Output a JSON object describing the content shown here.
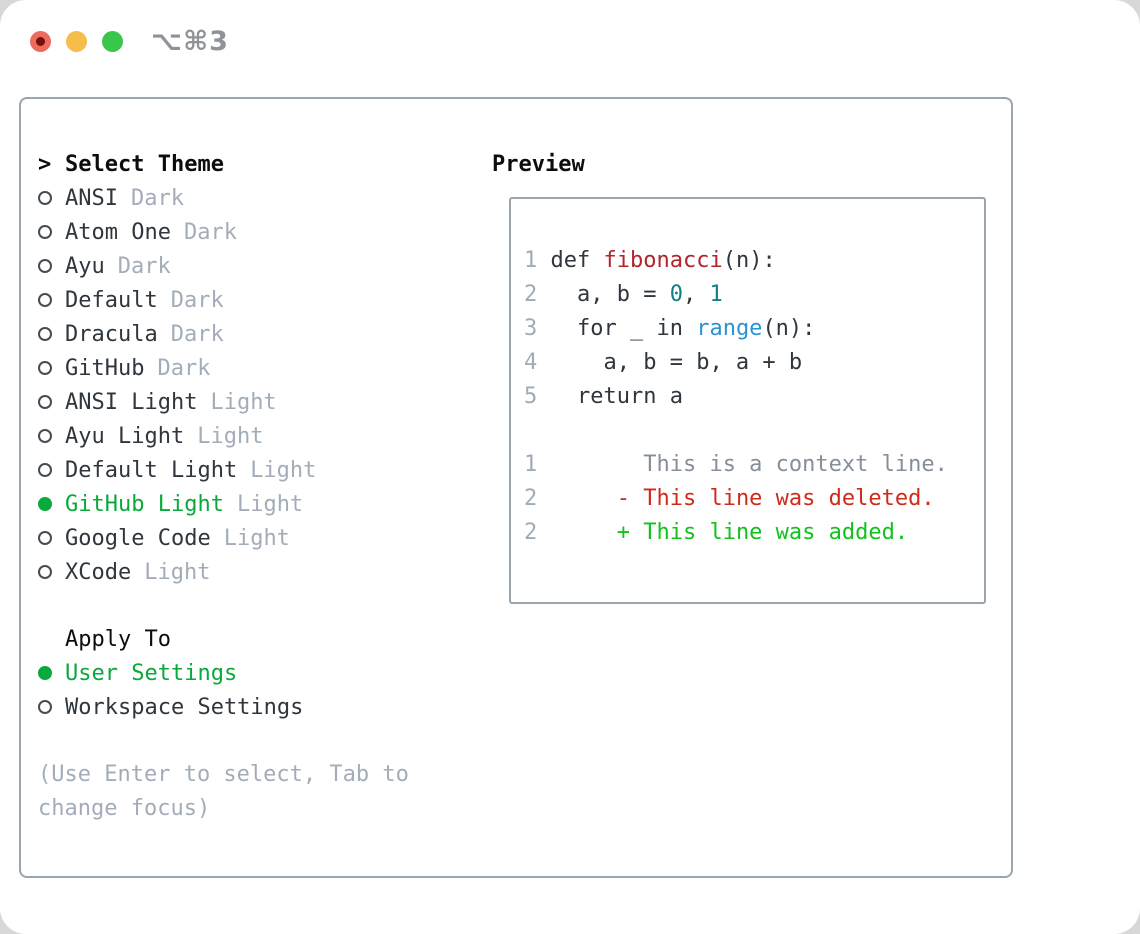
{
  "window": {
    "shortcut_label": "⌥⌘3"
  },
  "colors": {
    "fg": "#2f363d",
    "header": "#0b0d0f",
    "muted": "#a3adb9",
    "lnum": "#a0abb8",
    "ctx": "#868f99",
    "green": "#09a93c",
    "add": "#12c21c",
    "del": "#ce2c1b",
    "kwred": "#b2242c",
    "teal": "#0c7f87",
    "blue": "#2a94d3",
    "border": "#9ba5ae",
    "title-gray": "#8f9296",
    "tl-red": "#ee6a5e",
    "tl-red-dot": "#721109",
    "tl-yellow": "#f6bd4a",
    "tl-green": "#38c64b"
  },
  "theme_panel": {
    "header_marker": ">",
    "header": "Select Theme",
    "items": [
      {
        "label": "ANSI",
        "variant": "Dark",
        "selected": false
      },
      {
        "label": "Atom One",
        "variant": "Dark",
        "selected": false
      },
      {
        "label": "Ayu",
        "variant": "Dark",
        "selected": false
      },
      {
        "label": "Default",
        "variant": "Dark",
        "selected": false
      },
      {
        "label": "Dracula",
        "variant": "Dark",
        "selected": false
      },
      {
        "label": "GitHub",
        "variant": "Dark",
        "selected": false
      },
      {
        "label": "ANSI Light",
        "variant": "Light",
        "selected": false
      },
      {
        "label": "Ayu Light",
        "variant": "Light",
        "selected": false
      },
      {
        "label": "Default Light",
        "variant": "Light",
        "selected": false
      },
      {
        "label": "GitHub Light",
        "variant": "Light",
        "selected": true
      },
      {
        "label": "Google Code",
        "variant": "Light",
        "selected": false
      },
      {
        "label": "XCode",
        "variant": "Light",
        "selected": false
      }
    ],
    "apply_to": {
      "header": "Apply To",
      "options": [
        {
          "label": "User Settings",
          "selected": true
        },
        {
          "label": "Workspace Settings",
          "selected": false
        }
      ]
    },
    "hint": "(Use Enter to select, Tab to change focus)"
  },
  "preview": {
    "title": "Preview",
    "lines": [
      [
        {
          "t": "1 ",
          "c": "num"
        },
        {
          "t": "def ",
          "c": "fg"
        },
        {
          "t": "fibonacci",
          "c": "red"
        },
        {
          "t": "(n):",
          "c": "fg"
        }
      ],
      [
        {
          "t": "2 ",
          "c": "num"
        },
        {
          "t": "  a, b = ",
          "c": "fg"
        },
        {
          "t": "0",
          "c": "teal"
        },
        {
          "t": ", ",
          "c": "fg"
        },
        {
          "t": "1",
          "c": "teal"
        }
      ],
      [
        {
          "t": "3 ",
          "c": "num"
        },
        {
          "t": "  for _ in ",
          "c": "fg"
        },
        {
          "t": "range",
          "c": "blue"
        },
        {
          "t": "(n):",
          "c": "fg"
        }
      ],
      [
        {
          "t": "4 ",
          "c": "num"
        },
        {
          "t": "    a, b = b, a + b",
          "c": "fg"
        }
      ],
      [
        {
          "t": "5 ",
          "c": "num"
        },
        {
          "t": "  return a",
          "c": "fg"
        }
      ],
      [],
      [
        {
          "t": "1",
          "c": "num"
        },
        {
          "t": "        ",
          "c": "fg"
        },
        {
          "t": "This is a context line.",
          "c": "ctx"
        }
      ],
      [
        {
          "t": "2",
          "c": "num"
        },
        {
          "t": "      ",
          "c": "fg"
        },
        {
          "t": "- This line was deleted.",
          "c": "del"
        }
      ],
      [
        {
          "t": "2",
          "c": "num"
        },
        {
          "t": "      ",
          "c": "fg"
        },
        {
          "t": "+ This line was added.",
          "c": "add"
        }
      ]
    ]
  }
}
